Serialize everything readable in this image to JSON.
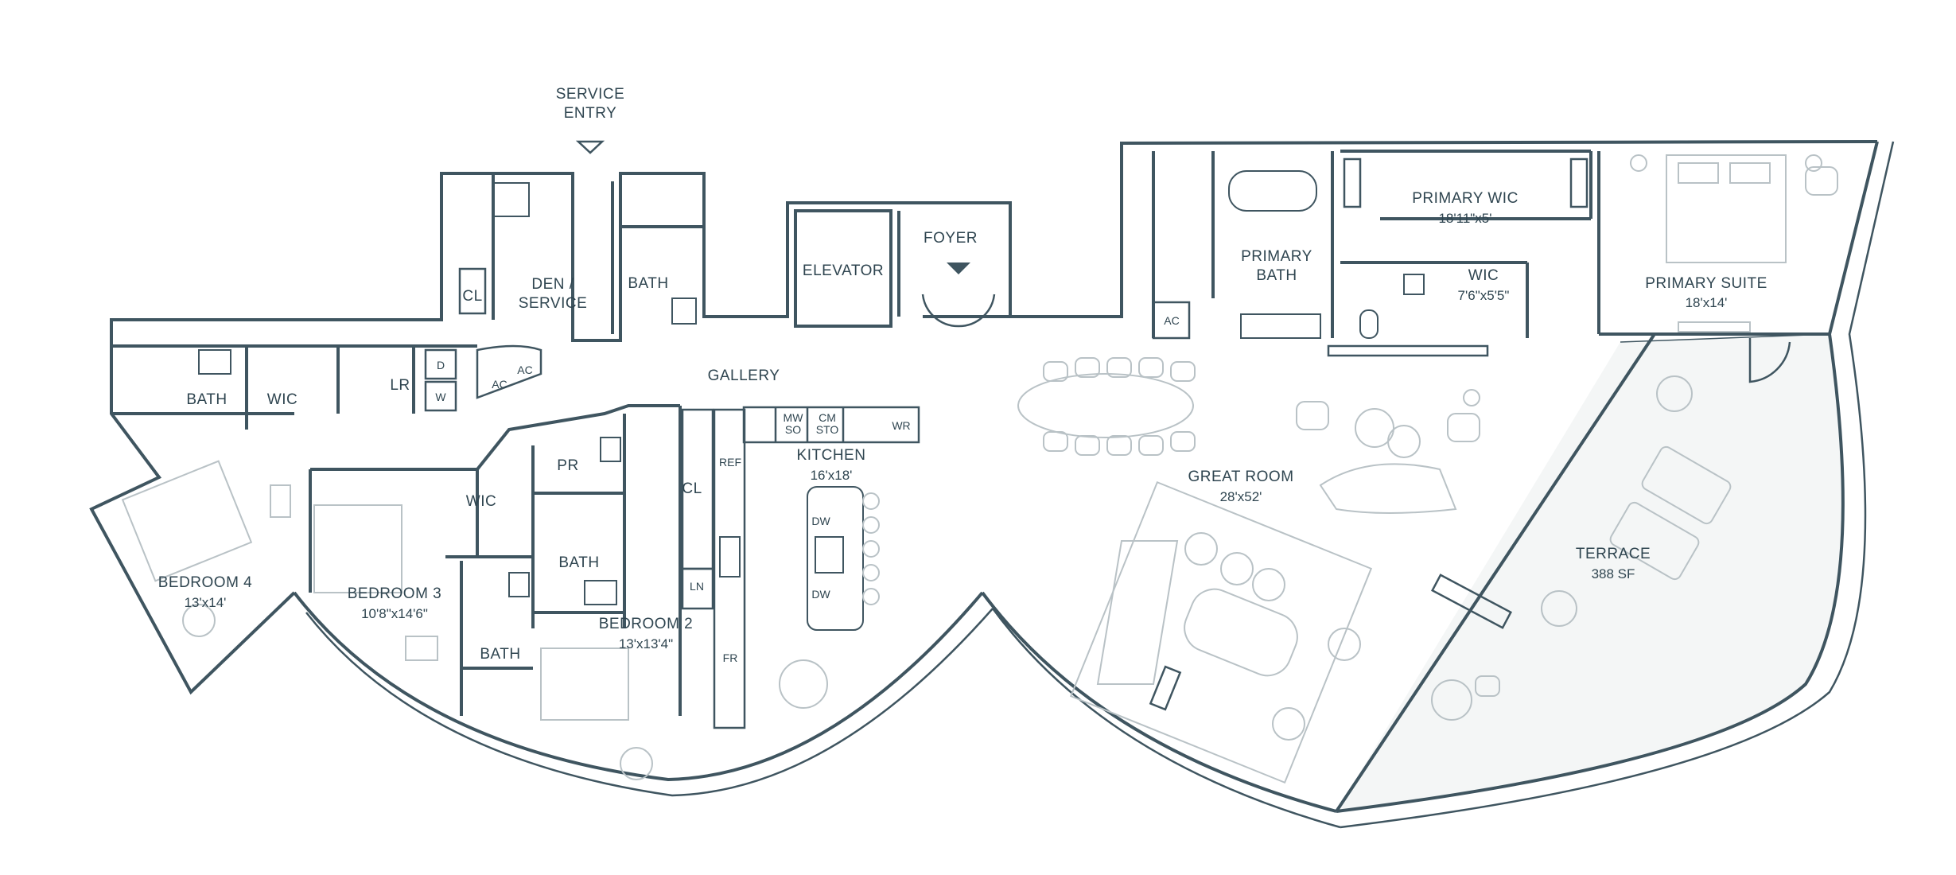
{
  "service_entry": [
    "SERVICE",
    "ENTRY"
  ],
  "rooms": {
    "den": {
      "name": [
        "DEN /",
        "SERVICE"
      ]
    },
    "cl_den": {
      "name": "CL"
    },
    "bath_service": {
      "name": "BATH"
    },
    "elevator": {
      "name": "ELEVATOR"
    },
    "foyer": {
      "name": "FOYER"
    },
    "gallery": {
      "name": "GALLERY"
    },
    "bath_wic_left": {
      "name": "BATH"
    },
    "wic_left": {
      "name": "WIC"
    },
    "lr": {
      "name": "LR"
    },
    "d": {
      "name": "D"
    },
    "w": {
      "name": "W"
    },
    "ac1": {
      "name": "AC"
    },
    "ac2": {
      "name": "AC"
    },
    "ac3": {
      "name": "AC"
    },
    "bedroom4": {
      "name": "BEDROOM 4",
      "dim": "13'x14'"
    },
    "bedroom3": {
      "name": "BEDROOM 3",
      "dim": "10'8\"x14'6\""
    },
    "wic_b3": {
      "name": "WIC"
    },
    "pr": {
      "name": "PR"
    },
    "bath_b2": {
      "name": "BATH"
    },
    "bath_b3": {
      "name": "BATH"
    },
    "bedroom2": {
      "name": "BEDROOM 2",
      "dim": "13'x13'4\""
    },
    "cl_hall": {
      "name": "CL"
    },
    "ln": {
      "name": "LN"
    },
    "ref": {
      "name": "REF"
    },
    "fr": {
      "name": "FR"
    },
    "kitchen": {
      "name": "KITCHEN",
      "dim": "16'x18'"
    },
    "mw": {
      "name": [
        "MW",
        "SO"
      ]
    },
    "cm": {
      "name": [
        "CM",
        "STO"
      ]
    },
    "wr": {
      "name": "WR"
    },
    "dw1": {
      "name": "DW"
    },
    "dw2": {
      "name": "DW"
    },
    "great_room": {
      "name": "GREAT ROOM",
      "dim": "28'x52'"
    },
    "primary_bath": {
      "name": [
        "PRIMARY",
        "BATH"
      ]
    },
    "primary_wic": {
      "name": "PRIMARY WIC",
      "dim": "18'11\"x5'"
    },
    "wic_primary": {
      "name": "WIC",
      "dim": "7'6\"x5'5\""
    },
    "primary_suite": {
      "name": "PRIMARY SUITE",
      "dim": "18'x14'"
    },
    "terrace": {
      "name": "TERRACE",
      "dim": "388 SF"
    }
  },
  "colors": {
    "wall": "#3f5560",
    "furniture": "#b9c2c6",
    "terrace": "#f4f6f6"
  }
}
